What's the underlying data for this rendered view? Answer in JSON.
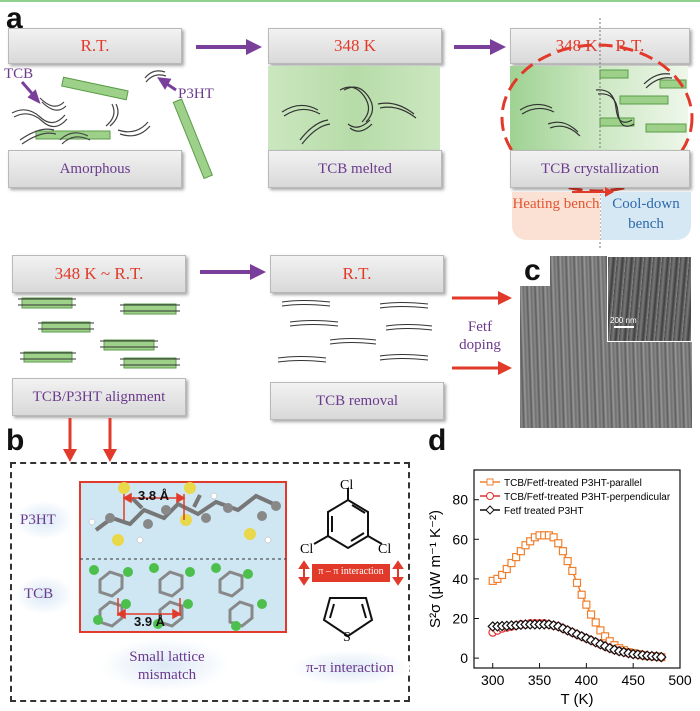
{
  "panels": {
    "a": "a",
    "b": "b",
    "c": "c",
    "d": "d"
  },
  "a": {
    "box1_title": "R.T.",
    "box1_caption": "Amorphous",
    "label_tcb": "TCB",
    "label_p3ht": "P3HT",
    "box2_title": "348 K",
    "box2_caption": "TCB melted",
    "box3_title": "348 K ~ R.T.",
    "box3_caption": "TCB crystallization",
    "heating": "Heating bench",
    "cooldown": "Cool-down bench",
    "box4_title": "348 K ~ R.T.",
    "box4_caption": "TCB/P3HT alignment",
    "box5_title": "R.T.",
    "box5_caption": "TCB removal",
    "fetf": "Fetf doping"
  },
  "b": {
    "p3ht": "P3HT",
    "tcb": "TCB",
    "d1": "3.8 Å",
    "d2": "3.9 Å",
    "mismatch": "Small lattice mismatch",
    "pipi_box": "π – π interaction",
    "pipi": "π-π interaction",
    "cl": "Cl",
    "s": "S"
  },
  "c": {
    "scale": "200 nm"
  },
  "chart_data": {
    "type": "line",
    "xlabel": "T (K)",
    "ylabel": "S²σ (μW m⁻¹ K⁻²)",
    "xlim": [
      280,
      500
    ],
    "ylim": [
      -5,
      95
    ],
    "xticks": [
      300,
      350,
      400,
      450,
      500
    ],
    "yticks": [
      0,
      20,
      40,
      60,
      80
    ],
    "legend_position": "top-left",
    "series": [
      {
        "name": "TCB/Fetf-treated P3HT-parallel",
        "color": "#f08030",
        "marker": "square",
        "x": [
          300,
          305,
          310,
          315,
          320,
          325,
          330,
          335,
          340,
          345,
          350,
          355,
          360,
          365,
          370,
          375,
          380,
          385,
          390,
          395,
          400,
          405,
          410,
          415,
          420,
          425,
          430,
          435,
          440,
          445,
          450,
          455,
          460,
          465,
          470,
          475,
          480
        ],
        "y": [
          39,
          40,
          42,
          45,
          48,
          51,
          54,
          57,
          59,
          61,
          62,
          62,
          62,
          61,
          58,
          54,
          49,
          44,
          38,
          32,
          27,
          22,
          18,
          14,
          11,
          8.5,
          6.5,
          5,
          4,
          3,
          2.5,
          2,
          1.5,
          1,
          1,
          0.8,
          0.5
        ]
      },
      {
        "name": "TCB/Fetf-treated P3HT-perpendicular",
        "color": "#e03030",
        "marker": "circle",
        "x": [
          300,
          305,
          310,
          315,
          320,
          325,
          330,
          335,
          340,
          345,
          350,
          355,
          360,
          365,
          370,
          375,
          380,
          385,
          390,
          395,
          400,
          405,
          410,
          415,
          420,
          425,
          430,
          435,
          440,
          445,
          450,
          455,
          460,
          465,
          470,
          475,
          480
        ],
        "y": [
          13,
          14,
          15,
          15.5,
          16,
          16.5,
          17,
          17,
          17.5,
          17.5,
          17.5,
          17.5,
          17,
          16.5,
          16,
          15,
          14,
          13,
          12,
          11,
          10,
          9,
          8,
          7,
          6,
          5,
          4.2,
          3.5,
          3,
          2.5,
          2,
          1.8,
          1.5,
          1.2,
          1,
          0.8,
          0.5
        ]
      },
      {
        "name": "Fetf treated P3HT",
        "color": "#111111",
        "marker": "diamond",
        "x": [
          300,
          305,
          310,
          315,
          320,
          325,
          330,
          335,
          340,
          345,
          350,
          355,
          360,
          365,
          370,
          375,
          380,
          385,
          390,
          395,
          400,
          405,
          410,
          415,
          420,
          425,
          430,
          435,
          440,
          445,
          450,
          455,
          460,
          465,
          470,
          475,
          480
        ],
        "y": [
          16,
          16,
          16.2,
          16.3,
          16.5,
          16.5,
          16.8,
          17,
          17,
          17,
          17,
          17,
          17,
          16.5,
          16,
          15,
          14,
          13,
          12,
          11,
          10,
          9,
          8,
          7,
          6,
          5,
          4.2,
          3.5,
          3,
          2.5,
          2,
          1.8,
          1.5,
          1.2,
          1,
          0.8,
          0.5
        ]
      }
    ]
  }
}
